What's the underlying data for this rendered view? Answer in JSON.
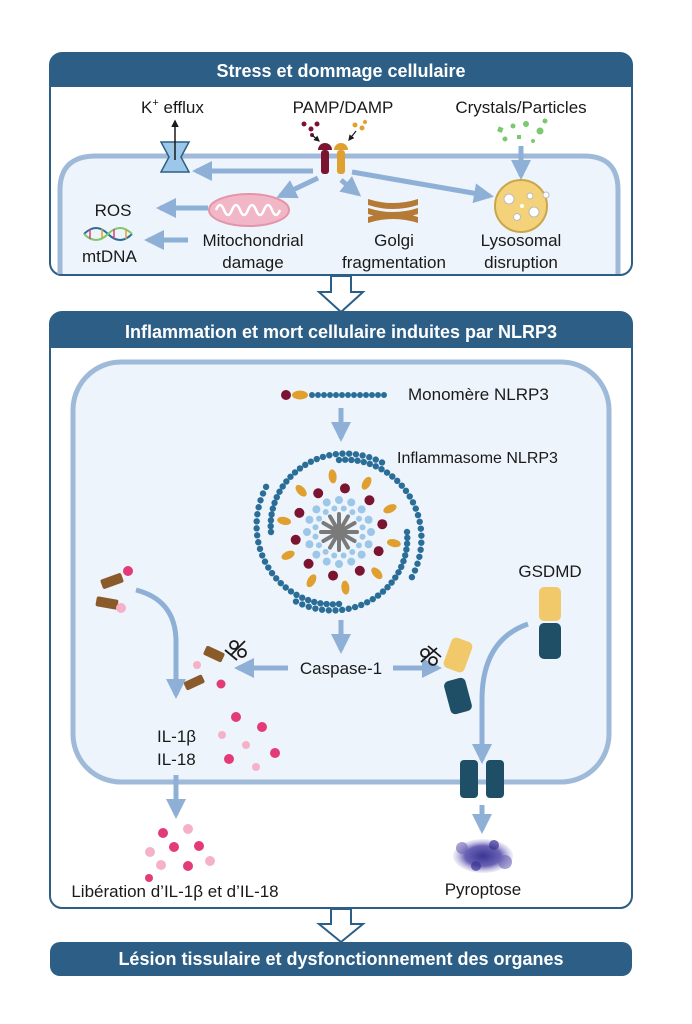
{
  "sections": {
    "top": {
      "title": "Stress et dommage cellulaire"
    },
    "middle": {
      "title": "Inflammation et mort cellulaire induites par NLRP3"
    },
    "bottom": {
      "title": "Lésion tissulaire et dysfonctionnement des organes"
    }
  },
  "labels": {
    "k_efflux_k": "K",
    "k_efflux_sup": "+",
    "k_efflux_rest": " efflux",
    "pamp_damp": "PAMP/DAMP",
    "crystals": "Crystals/Particles",
    "ros": "ROS",
    "mtdna": "mtDNA",
    "mito_1": "Mitochondrial",
    "mito_2": "damage",
    "golgi_1": "Golgi",
    "golgi_2": "fragmentation",
    "lyso_1": "Lysosomal",
    "lyso_2": "disruption",
    "monomer": "Monomère NLRP3",
    "inflammasome": "Inflammasome NLRP3",
    "gsdmd": "GSDMD",
    "caspase": "Caspase-1",
    "il1b": "IL-1β",
    "il18": "IL-18",
    "release": "Libération d’IL-1β et d’IL-18",
    "pyroptose": "Pyroptose"
  },
  "colors": {
    "header": "#2d5f86",
    "frame": "#2d5f86",
    "cell_fill": "#eef4fb",
    "cell_stroke": "#9fb9d8",
    "arrow": "#8fb0d6",
    "nlrp3_dark": "#7a1430",
    "nlrp3_orange": "#e0a030",
    "nlrp3_blue": "#2a6e98",
    "asc_light": "#9cc7e8",
    "caspase_gray": "#7a7a7a",
    "il_pink": "#e23b78",
    "il_light_pink": "#f4b2c9",
    "pro_il_brown": "#8b5a2b",
    "gsdmd_yellow": "#f2c96a",
    "gsdmd_teal": "#1f4f66",
    "mito_pink": "#f2b7c6",
    "golgi_brown": "#b57a35",
    "lyso_yellow": "#f3d27a",
    "crystal_green": "#7bc96f",
    "pyro_purple": "#6a63b3"
  }
}
